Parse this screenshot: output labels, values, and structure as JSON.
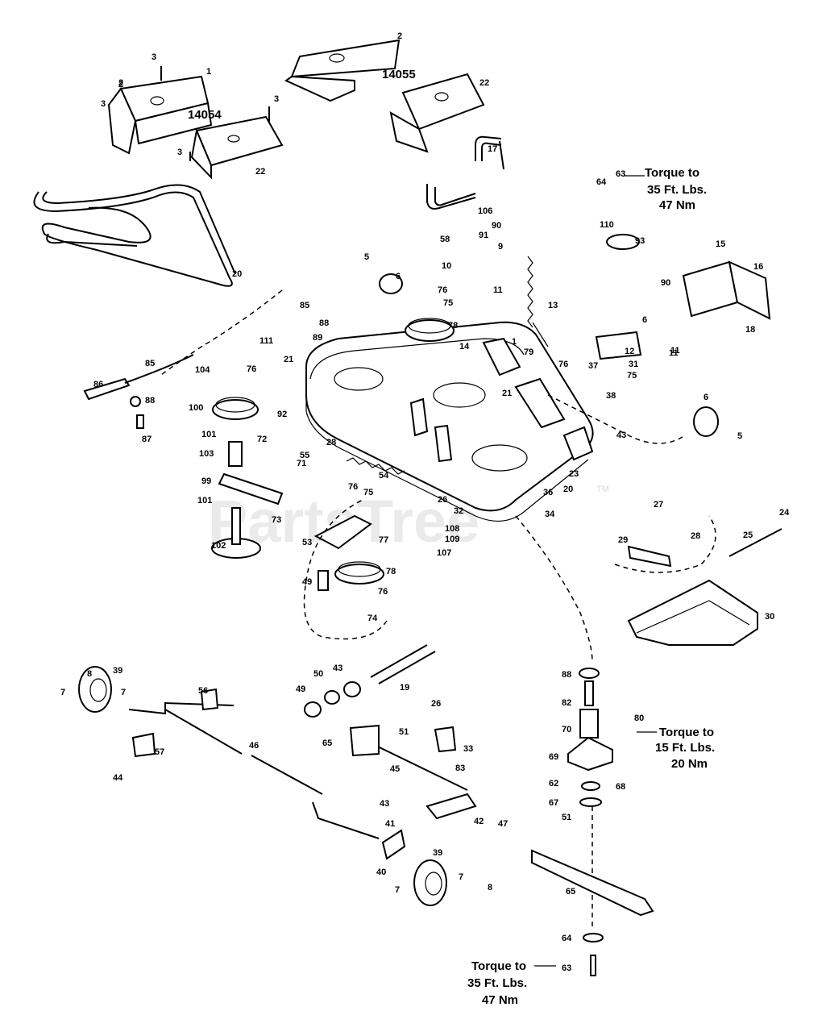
{
  "watermark": {
    "text": "PartsTree",
    "tm": "TM"
  },
  "notes": {
    "top": {
      "line1": "Torque to",
      "line2": "35 Ft. Lbs.",
      "line3": "47 Nm"
    },
    "middle": {
      "line1": "Torque to",
      "line2": "15 Ft. Lbs.",
      "line3": "20 Nm"
    },
    "bottom": {
      "line1": "Torque to",
      "line2": "35 Ft. Lbs.",
      "line3": "47 Nm"
    }
  },
  "assembly_labels": {
    "a": "14054",
    "b": "14055"
  },
  "callouts": [
    {
      "label": "2"
    },
    {
      "label": "3"
    },
    {
      "label": "2"
    },
    {
      "label": "1"
    },
    {
      "label": "3"
    },
    {
      "label": "3"
    },
    {
      "label": "3"
    },
    {
      "label": "22"
    },
    {
      "label": "2"
    },
    {
      "label": "22"
    },
    {
      "label": "17"
    },
    {
      "label": "20"
    },
    {
      "label": "63"
    },
    {
      "label": "64"
    },
    {
      "label": "110"
    },
    {
      "label": "93"
    },
    {
      "label": "15"
    },
    {
      "label": "16"
    },
    {
      "label": "90"
    },
    {
      "label": "18"
    },
    {
      "label": "11"
    },
    {
      "label": "6"
    },
    {
      "label": "11"
    },
    {
      "label": "106"
    },
    {
      "label": "90"
    },
    {
      "label": "91"
    },
    {
      "label": "58"
    },
    {
      "label": "9"
    },
    {
      "label": "10"
    },
    {
      "label": "13"
    },
    {
      "label": "11"
    },
    {
      "label": "5"
    },
    {
      "label": "6"
    },
    {
      "label": "76"
    },
    {
      "label": "75"
    },
    {
      "label": "78"
    },
    {
      "label": "85"
    },
    {
      "label": "88"
    },
    {
      "label": "111"
    },
    {
      "label": "89"
    },
    {
      "label": "21"
    },
    {
      "label": "14"
    },
    {
      "label": "1"
    },
    {
      "label": "79"
    },
    {
      "label": "76"
    },
    {
      "label": "21"
    },
    {
      "label": "12"
    },
    {
      "label": "37"
    },
    {
      "label": "75"
    },
    {
      "label": "31"
    },
    {
      "label": "38"
    },
    {
      "label": "85"
    },
    {
      "label": "86"
    },
    {
      "label": "88"
    },
    {
      "label": "87"
    },
    {
      "label": "104"
    },
    {
      "label": "76"
    },
    {
      "label": "100"
    },
    {
      "label": "92"
    },
    {
      "label": "101"
    },
    {
      "label": "72"
    },
    {
      "label": "28"
    },
    {
      "label": "71"
    },
    {
      "label": "55"
    },
    {
      "label": "103"
    },
    {
      "label": "43"
    },
    {
      "label": "6"
    },
    {
      "label": "5"
    },
    {
      "label": "54"
    },
    {
      "label": "99"
    },
    {
      "label": "101"
    },
    {
      "label": "76"
    },
    {
      "label": "75"
    },
    {
      "label": "73"
    },
    {
      "label": "36"
    },
    {
      "label": "20"
    },
    {
      "label": "23"
    },
    {
      "label": "34"
    },
    {
      "label": "32"
    },
    {
      "label": "26"
    },
    {
      "label": "27"
    },
    {
      "label": "24"
    },
    {
      "label": "102"
    },
    {
      "label": "53"
    },
    {
      "label": "77"
    },
    {
      "label": "78"
    },
    {
      "label": "49"
    },
    {
      "label": "76"
    },
    {
      "label": "74"
    },
    {
      "label": "108"
    },
    {
      "label": "109"
    },
    {
      "label": "107"
    },
    {
      "label": "29"
    },
    {
      "label": "28"
    },
    {
      "label": "25"
    },
    {
      "label": "30"
    },
    {
      "label": "8"
    },
    {
      "label": "39"
    },
    {
      "label": "7"
    },
    {
      "label": "7"
    },
    {
      "label": "56"
    },
    {
      "label": "57"
    },
    {
      "label": "44"
    },
    {
      "label": "46"
    },
    {
      "label": "50"
    },
    {
      "label": "43"
    },
    {
      "label": "49"
    },
    {
      "label": "19"
    },
    {
      "label": "26"
    },
    {
      "label": "65"
    },
    {
      "label": "51"
    },
    {
      "label": "33"
    },
    {
      "label": "45"
    },
    {
      "label": "83"
    },
    {
      "label": "43"
    },
    {
      "label": "41"
    },
    {
      "label": "42"
    },
    {
      "label": "47"
    },
    {
      "label": "40"
    },
    {
      "label": "39"
    },
    {
      "label": "7"
    },
    {
      "label": "7"
    },
    {
      "label": "8"
    },
    {
      "label": "88"
    },
    {
      "label": "82"
    },
    {
      "label": "70"
    },
    {
      "label": "80"
    },
    {
      "label": "69"
    },
    {
      "label": "62"
    },
    {
      "label": "68"
    },
    {
      "label": "67"
    },
    {
      "label": "51"
    },
    {
      "label": "65"
    },
    {
      "label": "64"
    },
    {
      "label": "63"
    }
  ]
}
